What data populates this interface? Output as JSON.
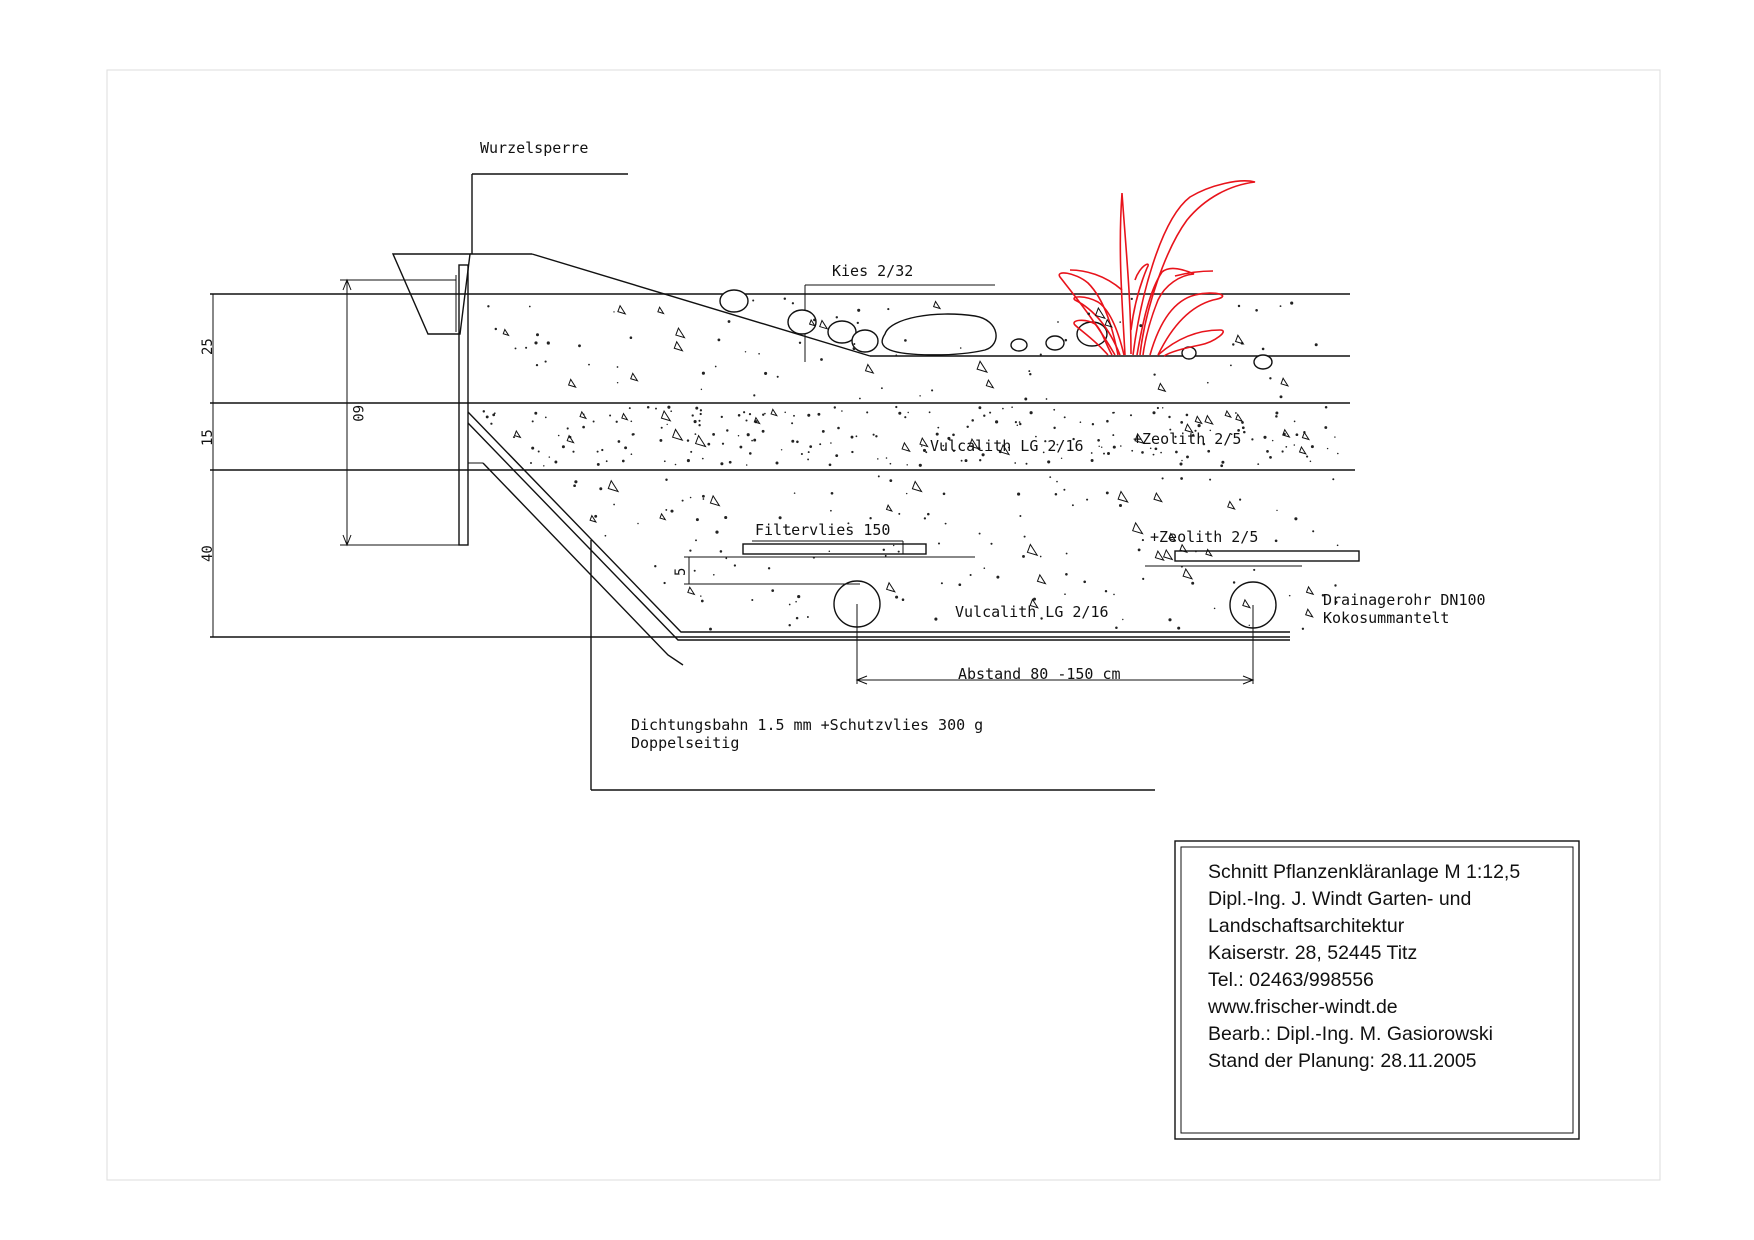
{
  "labels": {
    "root_barrier": "Wurzelsperre",
    "gravel": "Kies 2/32",
    "layer_mid_main": "Vulcalith LG 2/16",
    "layer_mid_zeolite": "+Zeolith 2/5",
    "filter_fleece": "Filtervlies 150",
    "layer_low_zeolite": "+Zeolith 2/5",
    "layer_low_main": "Vulcalith LG 2/16",
    "drain_pipe_1": "Drainagerohr DN100",
    "drain_pipe_2": "Kokosummantelt",
    "spacing": "Abstand 80 -150 cm",
    "liner_1": "Dichtungsbahn 1.5 mm +Schutzvlies 300 g",
    "liner_2": "Doppelseitig"
  },
  "dimensions": {
    "top_layer": "25",
    "mid_layer": "15",
    "bottom_layer": "40",
    "wall_height": "60",
    "fleece_gap": "5"
  },
  "title_block": {
    "lines": [
      "Schnitt Pflanzenkläranlage M 1:12,5",
      "Dipl.-Ing. J. Windt Garten- und",
      "Landschaftsarchitektur",
      "Kaiserstr. 28, 52445 Titz",
      "Tel.: 02463/998556",
      "www.frischer-windt.de",
      "Bearb.: Dipl.-Ing. M. Gasiorowski",
      "Stand der Planung: 28.11.2005"
    ]
  },
  "colors": {
    "line": "#111111",
    "plant": "#e8131b",
    "frame": "#dddddd"
  }
}
